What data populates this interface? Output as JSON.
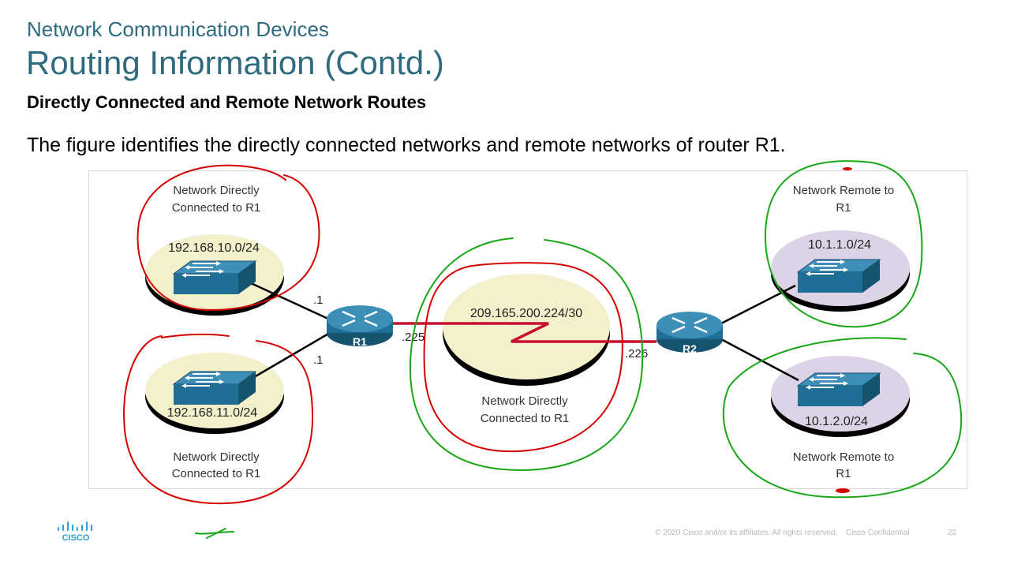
{
  "slide": {
    "sup_title": "Network Communication Devices",
    "title": "Routing Information (Contd.)",
    "heading": "Directly Connected and Remote Network Routes",
    "description": "The figure identifies the directly connected networks and remote networks of router R1."
  },
  "diagram": {
    "routers": [
      {
        "label": "R1"
      },
      {
        "label": "R2"
      }
    ],
    "networks": [
      {
        "address": "192.168.10.0/24",
        "caption_lines": [
          "Network Directly",
          "Connected to R1"
        ],
        "type": "direct"
      },
      {
        "address": "192.168.11.0/24",
        "caption_lines": [
          "Network Directly",
          "Connected to R1"
        ],
        "type": "direct"
      },
      {
        "address": "209.165.200.224/30",
        "caption_lines": [
          "Network Directly",
          "Connected to R1"
        ],
        "type": "direct"
      },
      {
        "address": "10.1.1.0/24",
        "caption_lines": [
          "Network Remote to",
          "R1"
        ],
        "type": "remote"
      },
      {
        "address": "10.1.2.0/24",
        "caption_lines": [
          "Network Remote to",
          "R1"
        ],
        "type": "remote"
      }
    ],
    "interface_labels": {
      "r1_lan_top": ".1",
      "r1_lan_bottom": ".1",
      "r1_serial": ".225",
      "r2_serial": ".226"
    },
    "colors": {
      "direct_network_fill": "#f3f0cc",
      "remote_network_fill": "#ddd3e6",
      "device_blue": "#1f6e96",
      "serial_link": "#c8102e",
      "annotation_red": "#d50000",
      "annotation_green": "#19a619"
    }
  },
  "footer": {
    "copyright": "© 2020  Cisco and/or its affiliates. All rights reserved.",
    "confidential": "Cisco Confidential",
    "page_number": "22",
    "logo_text": "CISCO"
  }
}
